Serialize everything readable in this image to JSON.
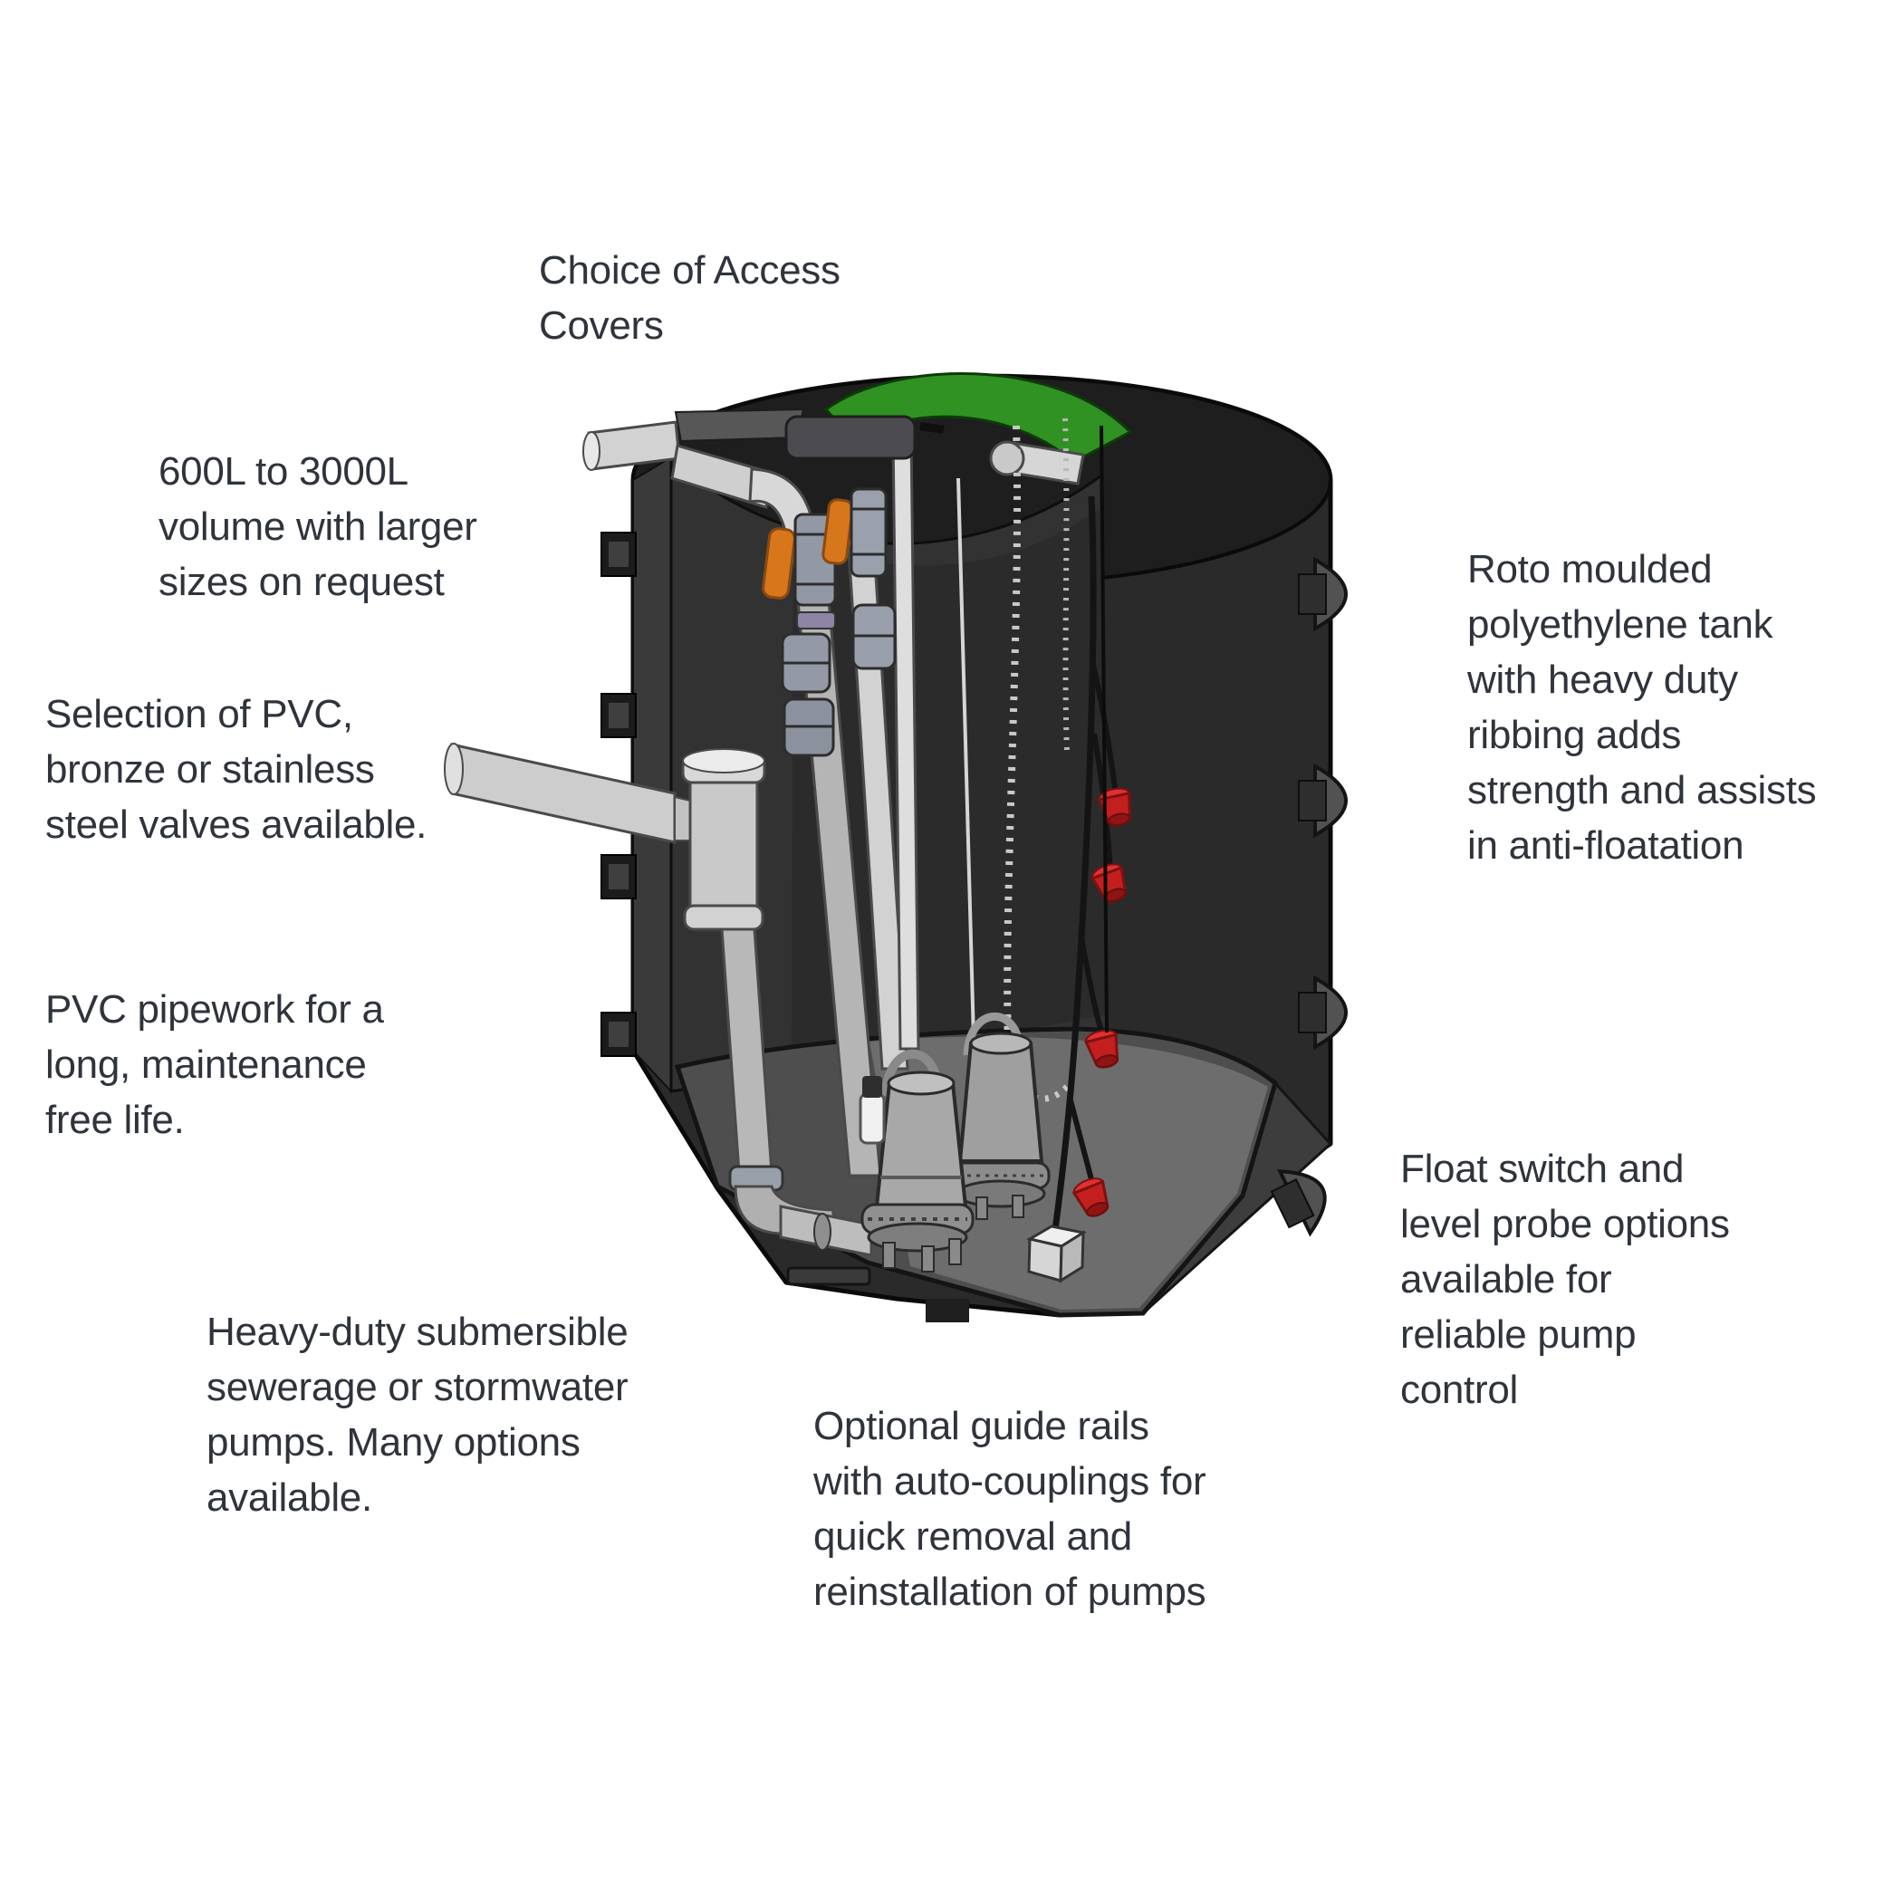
{
  "page": {
    "background": "#ffffff",
    "description": "Cutaway illustration of a roto moulded polyethylene pump station tank with feature annotations"
  },
  "annotations": {
    "access_covers": {
      "lines": [
        "Choice of Access",
        "Covers"
      ]
    },
    "volume": {
      "lines": [
        "600L to 3000L",
        "volume with larger",
        "sizes on request"
      ]
    },
    "valves": {
      "lines": [
        "Selection of PVC,",
        "bronze or stainless",
        "steel valves available."
      ]
    },
    "pipework": {
      "lines": [
        "PVC pipework for a",
        "long, maintenance",
        "free life."
      ]
    },
    "pumps": {
      "lines": [
        "Heavy-duty submersible",
        "sewerage or stormwater",
        "pumps. Many options",
        "available."
      ]
    },
    "guide_rails": {
      "lines": [
        "Optional guide rails",
        "with auto-couplings for",
        "quick removal and",
        "reinstallation of pumps"
      ]
    },
    "tank": {
      "lines": [
        "Roto moulded",
        "polyethylene tank",
        "with heavy duty",
        "ribbing adds",
        "strength and assists",
        "in anti-floatation"
      ]
    },
    "float_switch": {
      "lines": [
        "Float switch and",
        "level probe options",
        "available for",
        "reliable pump",
        "control"
      ]
    }
  },
  "illustration": {
    "components": [
      "tank-shell",
      "green-access-cover",
      "inlet-pipe",
      "inlet-tee",
      "discharge-pipes",
      "isolation-valves",
      "guide-rail",
      "lifting-chain",
      "float-switches",
      "level-probe-box",
      "submersible-pumps",
      "anti-floatation-ribs",
      "mounting-tabs"
    ]
  },
  "colors": {
    "text": "#2f343c",
    "background": "#ffffff",
    "tank_body": "#2a2a2a",
    "tank_interior": "#323232",
    "access_cover_green": "#2f9223",
    "pipe_gray": "#cdcdcd",
    "valve_handle_orange": "#d8761c",
    "float_red": "#c41f1f",
    "floor_gray": "#6d6d6d"
  }
}
